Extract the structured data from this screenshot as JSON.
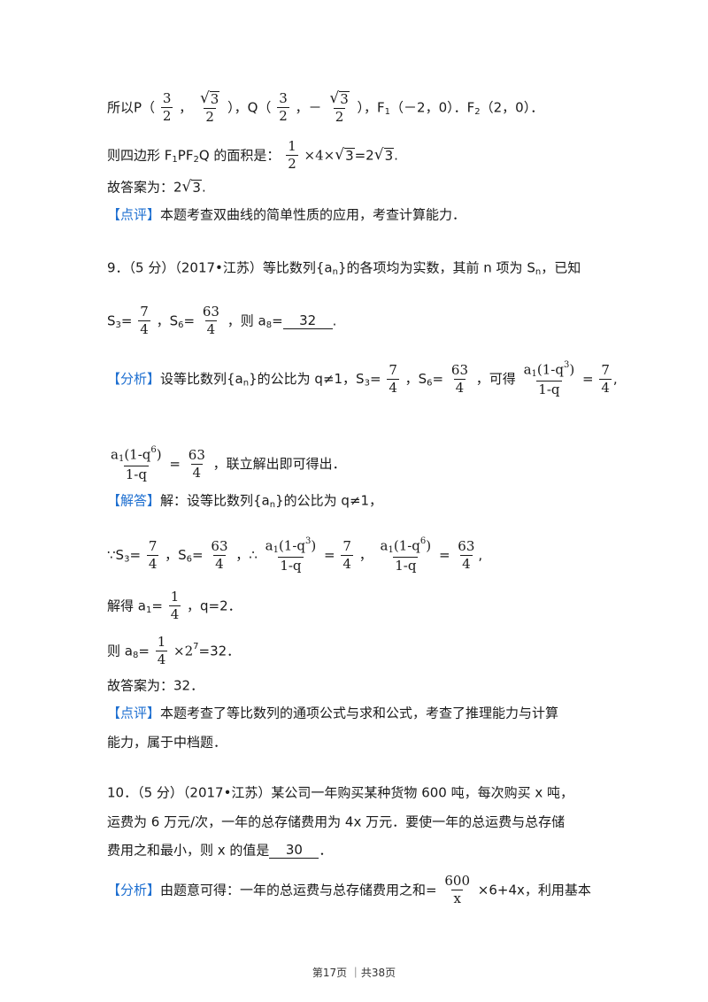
{
  "l1": {
    "t1": "所以P（",
    "p_x_n": "3",
    "p_x_d": "2",
    "comma1": "，",
    "p_y_r": "3",
    "p_y_d": "2",
    "t2": "），Q（",
    "q_x_n": "3",
    "q_x_d": "2",
    "comma2": "，－",
    "q_y_r": "3",
    "q_y_d": "2",
    "t3": "），F",
    "f1sub": "1",
    "t4": "（－2，0）．F",
    "f2sub": "2",
    "t5": "（2，0）．"
  },
  "l2": {
    "t1": "则四边形 F",
    "s1": "1",
    "t2": "PF",
    "s2": "2",
    "t3": "Q 的面积是：",
    "fn": "1",
    "fd": "2",
    "t4": "×4×",
    "r1": "3",
    "t5": "=2",
    "r2": "3",
    "t6": "."
  },
  "l3": {
    "t1": "故答案为：2",
    "r": "3",
    "t2": "."
  },
  "l4": {
    "tag": "【点评】",
    "text": "本题考查双曲线的简单性质的应用，考查计算能力．"
  },
  "q9": {
    "head": "9．（5 分）（2017•江苏）等比数列{a",
    "hsub": "n",
    "head2": "}的各项均为实数，其前 n 项为 S",
    "hsub2": "n",
    "head3": "，已知",
    "s3": "S",
    "s3sub": "3",
    "eq": "=",
    "s3n": "7",
    "s3d": "4",
    "sep": "，S",
    "s6sub": "6",
    "eq2": "=",
    "s6n": "63",
    "s6d": "4",
    "then": "，则 a",
    "a8sub": "8",
    "eq3": "=",
    "answer": "32",
    "end": "."
  },
  "a9": {
    "tag": "【分析】",
    "t1": "设等比数列{a",
    "sub": "n",
    "t2": "}的公比为 q≠1，S",
    "s3sub": "3",
    "t3": "=",
    "n1": "7",
    "d1": "4",
    "t4": "，S",
    "s6sub": "6",
    "t5": "=",
    "n2": "63",
    "d2": "4",
    "t6": "，可得",
    "f1n_a": "a",
    "f1n_sub": "1",
    "f1n_b": "(1-q",
    "f1n_sup": "3",
    "f1n_c": ")",
    "f1d": "1-q",
    "eqa": "=",
    "f1rn": "7",
    "f1rd": "4",
    "end1": ",",
    "f2n_a": "a",
    "f2n_sub": "1",
    "f2n_b": "(1-q",
    "f2n_sup": "6",
    "f2n_c": ")",
    "f2d": "1-q",
    "eqb": "=",
    "f2rn": "63",
    "f2rd": "4",
    "end2": "，联立解出即可得出．"
  },
  "s9": {
    "tag": "【解答】",
    "t1": "解：设等比数列{a",
    "sub": "n",
    "t2": "}的公比为 q≠1，",
    "because": "∵S",
    "s3sub": "3",
    "e1": "=",
    "n1": "7",
    "d1": "4",
    "c1": "，S",
    "s6sub": "6",
    "e2": "=",
    "n2": "63",
    "d2": "4",
    "c2": "，∴",
    "f1n_a": "a",
    "f1n_sub": "1",
    "f1n_b": "(1-q",
    "f1n_sup": "3",
    "f1n_c": ")",
    "f1d": "1-q",
    "e3": "=",
    "r1n": "7",
    "r1d": "4",
    "c3": "，",
    "f2n_a": "a",
    "f2n_sub": "1",
    "f2n_b": "(1-q",
    "f2n_sup": "6",
    "f2n_c": ")",
    "f2d": "1-q",
    "e4": "=",
    "r2n": "63",
    "r2d": "4",
    "c4": ",",
    "solve": "解得 a",
    "solve_sub": "1",
    "solve_eq": "=",
    "sn": "1",
    "sd": "4",
    "solve_end": "，q=2．",
    "then": "则 a",
    "then_sub": "8",
    "then_eq": "=",
    "tn": "1",
    "td": "4",
    "then_x": "×2",
    "then_sup": "7",
    "then_end": "=32．",
    "final": "故答案为：32．"
  },
  "c9": {
    "tag": "【点评】",
    "line1": "本题考查了等比数列的通项公式与求和公式，考查了推理能力与计算",
    "line2": "能力，属于中档题．"
  },
  "q10": {
    "line1": "10．（5 分）（2017•江苏）某公司一年购买某种货物 600 吨，每次购买 x 吨，",
    "line2": "运费为 6 万元/次，一年的总存储费用为 4x 万元．要使一年的总运费与总存储",
    "line3a": "费用之和最小，则 x 的值是",
    "answer": "30",
    "line3b": "．"
  },
  "a10": {
    "tag": "【分析】",
    "t1": "由题意可得：一年的总运费与总存储费用之和=",
    "fn": "600",
    "fd": "x",
    "t2": "×6+4x，利用基本"
  },
  "footer": {
    "text": "第17页 ｜共38页"
  },
  "colors": {
    "tag": "#1e6fd0",
    "text": "#1a1a1a"
  }
}
